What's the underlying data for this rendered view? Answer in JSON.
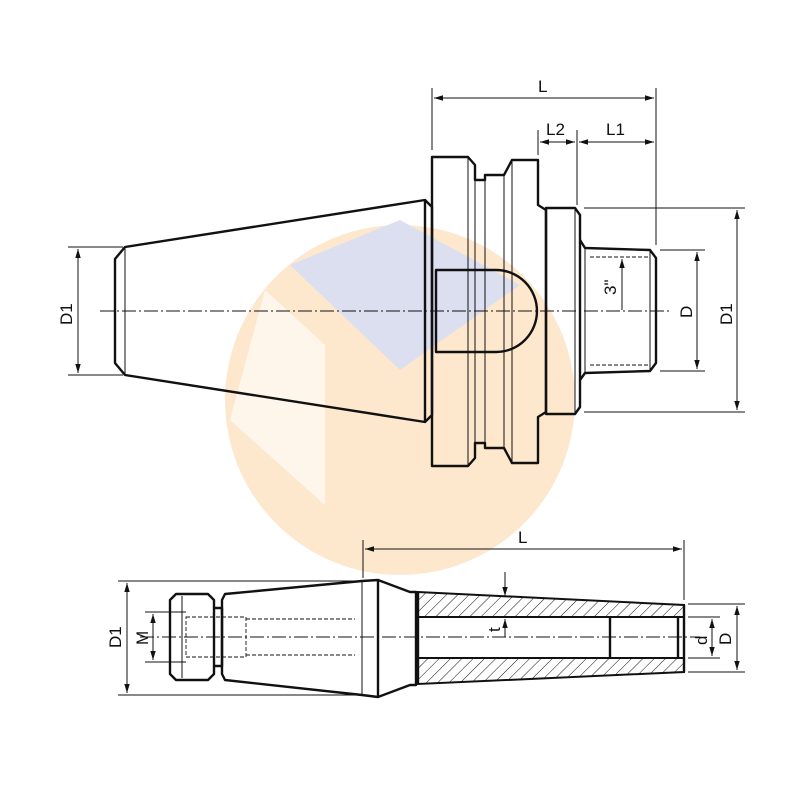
{
  "top_view": {
    "labels": {
      "L": "L",
      "L2": "L2",
      "L1": "L1",
      "D1_left": "D1",
      "thread": "3\"",
      "D": "D",
      "D1_right": "D1"
    }
  },
  "bottom_view": {
    "labels": {
      "L": "L",
      "D1": "D1",
      "M": "M",
      "t": "t",
      "d": "d",
      "D": "D"
    }
  },
  "watermark": {
    "colors": {
      "circle": "#fce3c2",
      "triangle": "#d9dcec"
    }
  }
}
